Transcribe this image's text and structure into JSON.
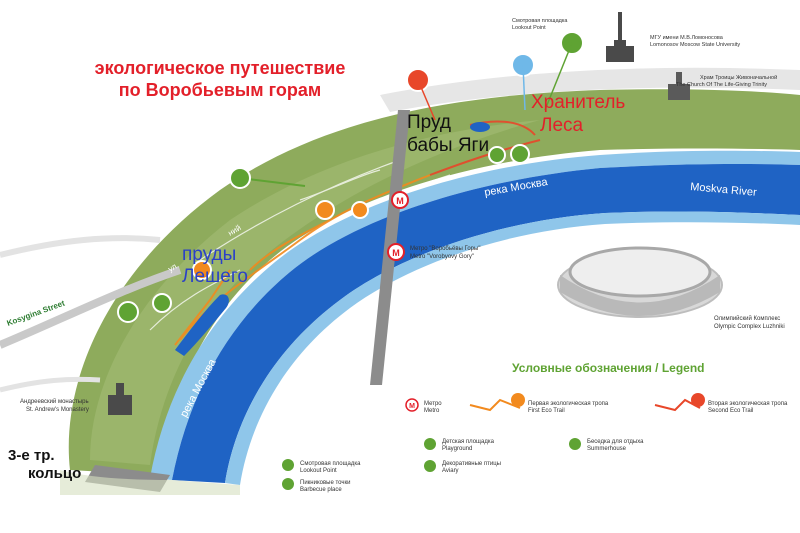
{
  "title": {
    "line1": "экологическое путешествие",
    "line2": "по Воробьевым горам",
    "color": "#e3202a"
  },
  "colors": {
    "park": "#8eab5c",
    "park_light": "#a3bd74",
    "river": "#1f63c4",
    "river_bank": "#8fc6ea",
    "trail1": "#f28a1e",
    "trail2": "#e8472a",
    "icon_green": "#5fa333",
    "bridge": "#8c8c8c",
    "legend_title": "#5fa333"
  },
  "handwritten": {
    "pond_yaga_1": "Пруд",
    "pond_yaga_2": "бабы Яги",
    "keeper_1": "Хранитель",
    "keeper_2": "Леса",
    "ponds_leshy_1": "пруды",
    "ponds_leshy_2": "Лешего",
    "ring_1": "3-е тр.",
    "ring_2": "кольцо"
  },
  "labels": {
    "lookout_ru": "Смотровая площадка",
    "lookout_en": "Lookout Point",
    "msu_ru": "МГУ имени М.В.Ломоносова",
    "msu_en": "Lomonosov Moscow State University",
    "church_ru": "Храм Троицы Живоначальной",
    "church_en": "The Church Of The Life-Giving Trinity",
    "river_ru_1": "река Москва",
    "river_en": "Moskva River",
    "river_ru_2": "река Москва",
    "metro_ru": "Метро \"Воробьёвы Горы\"",
    "metro_en": "Metro \"Vorobyovy Gory\"",
    "olympic_ru": "Олимпийский Комплекс",
    "olympic_en": "Olympic Complex Luzhniki",
    "kosygina": "Kosygina Street",
    "street_partial_1": "ул.",
    "street_partial_2": "ний",
    "monastery_ru": "Андреевский монастырь",
    "monastery_en": "St. Andrew's Monastery",
    "metro_letter": "M"
  },
  "legend": {
    "title": "Условные обозначения / Legend",
    "items": [
      {
        "ru": "Метро",
        "en": "Metro",
        "icon": "metro-icon"
      },
      {
        "ru": "Первая экологическая тропа",
        "en": "First Eco Trail",
        "icon": "trail-icon"
      },
      {
        "ru": "Вторая экологическая тропа",
        "en": "Second Eco Trail",
        "icon": "trail-icon"
      },
      {
        "ru": "Детская площадка",
        "en": "Playground",
        "icon": "playground-icon"
      },
      {
        "ru": "Беседка для отдыха",
        "en": "Summerhouse",
        "icon": "summerhouse-icon"
      },
      {
        "ru": "Декоративные птицы",
        "en": "Aviary",
        "icon": "bird-icon"
      },
      {
        "ru": "Смотровая площадка",
        "en": "Lookout Point",
        "icon": "lookout-icon"
      },
      {
        "ru": "Пикниковые точки",
        "en": "Barbecue place",
        "icon": "barbecue-icon"
      }
    ]
  }
}
